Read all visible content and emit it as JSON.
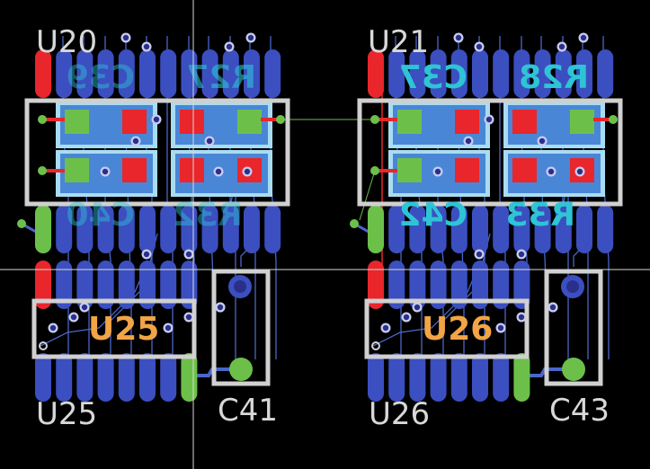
{
  "view": {
    "type": "pcb-layout-editor",
    "layers": {
      "top_silkscreen": "#d0d0d0",
      "bottom_copper_pad": "#3b4fc0",
      "top_copper_pad_selected": "#e8262b",
      "top_copper_pad_net": "#6cc04a",
      "component_body": "#4a86d6",
      "component_body_outline": "#a8dcf2",
      "bottom_silkscreen": "#2ec4d6",
      "assembly_text": "#f2a446",
      "trace": "#4a66c8",
      "via": "#2a2f8a",
      "crosshair": "#d8d8d8",
      "ratsnest": "#6cc04a"
    }
  },
  "components": {
    "u20": {
      "designator": "U20"
    },
    "u21": {
      "designator": "U21"
    },
    "u25": {
      "designator": "U25",
      "assembly_label": "U25"
    },
    "u26": {
      "designator": "U26",
      "assembly_label": "U26"
    },
    "c41": {
      "designator": "C41"
    },
    "c43": {
      "designator": "C43"
    }
  },
  "bottom_side_labels": {
    "left_group": [
      "C39",
      "R27",
      "C40",
      "R32"
    ],
    "right_group": [
      "C37",
      "R28",
      "C42",
      "R33"
    ]
  }
}
